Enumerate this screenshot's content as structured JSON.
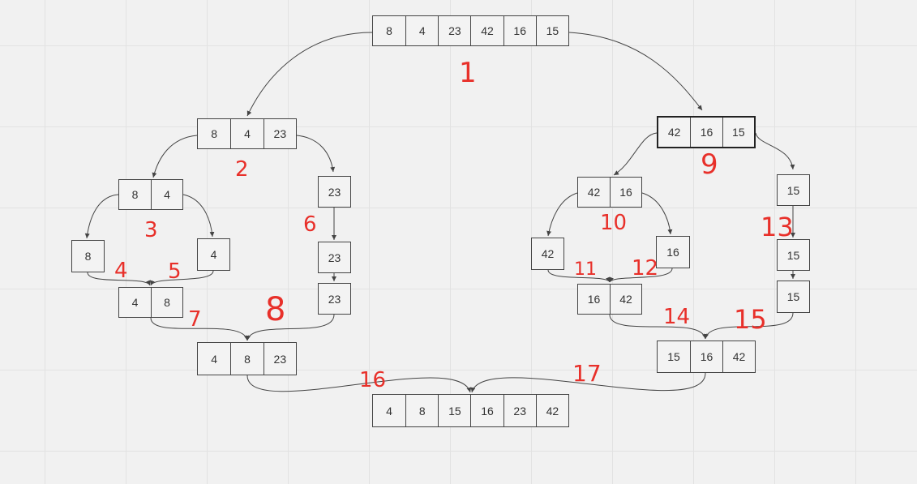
{
  "arrays": {
    "a1": {
      "label": "array-8-4-23-42-16-15",
      "values": [
        "8",
        "4",
        "23",
        "42",
        "16",
        "15"
      ]
    },
    "a2": {
      "label": "array-8-4-23",
      "values": [
        "8",
        "4",
        "23"
      ]
    },
    "a9": {
      "label": "array-42-16-15",
      "values": [
        "42",
        "16",
        "15"
      ]
    },
    "a3": {
      "label": "array-8-4",
      "values": [
        "8",
        "4"
      ]
    },
    "a6": {
      "label": "array-23-split",
      "values": [
        "23"
      ]
    },
    "a10": {
      "label": "array-42-16",
      "values": [
        "42",
        "16"
      ]
    },
    "a13": {
      "label": "array-15-split",
      "values": [
        "15"
      ]
    },
    "a4": {
      "label": "array-8",
      "values": [
        "8"
      ]
    },
    "a5": {
      "label": "array-4",
      "values": [
        "4"
      ]
    },
    "a6b": {
      "label": "array-23-mid",
      "values": [
        "23"
      ]
    },
    "a11": {
      "label": "array-42",
      "values": [
        "42"
      ]
    },
    "a12": {
      "label": "array-16",
      "values": [
        "16"
      ]
    },
    "a13b": {
      "label": "array-15-mid",
      "values": [
        "15"
      ]
    },
    "a7": {
      "label": "array-4-8",
      "values": [
        "4",
        "8"
      ]
    },
    "a6c": {
      "label": "array-23-low",
      "values": [
        "23"
      ]
    },
    "a14": {
      "label": "array-16-42",
      "values": [
        "16",
        "42"
      ]
    },
    "a15": {
      "label": "array-15-low",
      "values": [
        "15"
      ]
    },
    "a8": {
      "label": "array-4-8-23",
      "values": [
        "4",
        "8",
        "23"
      ]
    },
    "a16": {
      "label": "array-15-16-42",
      "values": [
        "15",
        "16",
        "42"
      ]
    },
    "a17": {
      "label": "array-4-8-15-16-23-42",
      "values": [
        "4",
        "8",
        "15",
        "16",
        "23",
        "42"
      ]
    }
  },
  "steps": [
    "1",
    "2",
    "3",
    "4",
    "5",
    "6",
    "7",
    "8",
    "9",
    "10",
    "11",
    "12",
    "13",
    "14",
    "15",
    "16",
    "17"
  ],
  "colors": {
    "annotation": "#e8302a",
    "stroke": "#444444",
    "background": "#f1f1f1"
  }
}
